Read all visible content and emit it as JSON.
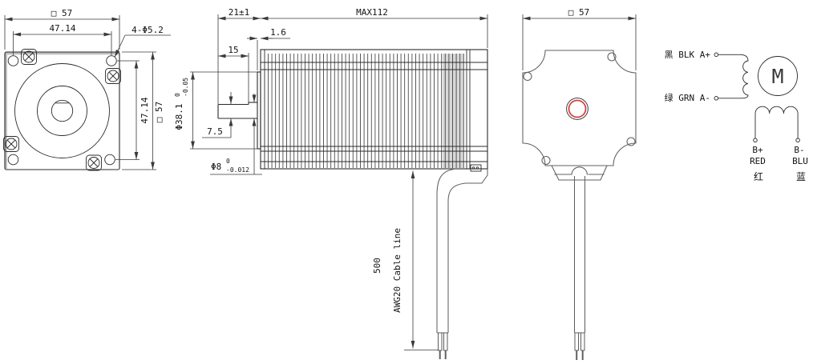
{
  "front_view": {
    "dim_frame_width": "□ 57",
    "dim_hole_pitch_horizontal": "47.14",
    "dim_mounting_holes": "4-Φ5.2",
    "dim_hole_pitch_vertical": "47.14",
    "dim_frame_height": "□ 57"
  },
  "side_view": {
    "dim_shaft_length": "21±1",
    "dim_max_body_length": "MAX112",
    "dim_pilot_height": "1.6",
    "dim_flat_length": "15",
    "dim_pilot_diameter": "Φ38.1",
    "dim_pilot_tol_upper": "0",
    "dim_pilot_tol_lower": "-0.05",
    "dim_shaft_flat": "7.5",
    "dim_shaft_diameter": "Φ8",
    "dim_shaft_tol_upper": "0",
    "dim_shaft_tol_lower": "-0.012",
    "dim_cable_length": "500",
    "cable_label": "AWG20 Cable line"
  },
  "rear_view": {
    "dim_frame_width": "□ 57"
  },
  "wiring_diagram": {
    "lead_a_plus": "黑 BLK A+",
    "lead_a_minus": "绿 GRN A-",
    "motor_symbol": "M",
    "lead_b_plus": "B+",
    "lead_b_plus_color": "RED",
    "lead_b_plus_cn": "红",
    "lead_b_minus": "B-",
    "lead_b_minus_color": "BLU",
    "lead_b_minus_cn": "蓝"
  },
  "colors": {
    "line": "#2b2b2b",
    "dimension_line": "#3a3a3a",
    "rear_outline_gray": "#606060",
    "shaft_marker_red": "#d43c3c"
  }
}
